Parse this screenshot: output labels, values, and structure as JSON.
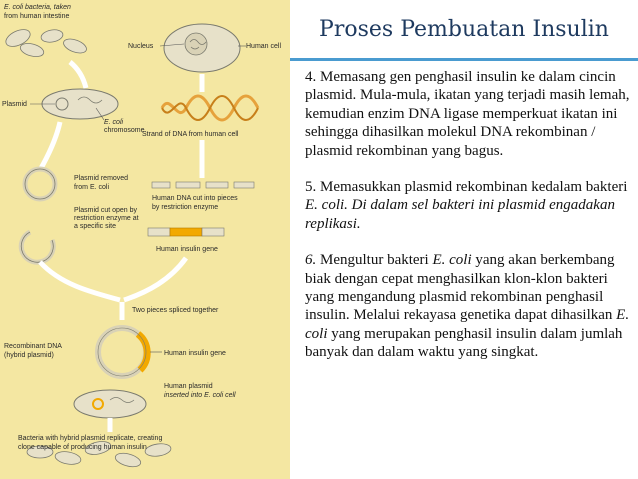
{
  "slide": {
    "title": "Proses Pembuatan Insulin"
  },
  "diagram": {
    "labels": {
      "ecoli_source_1": "E. coli bacteria, taken",
      "ecoli_source_2": "from human intestine",
      "nucleus": "Nucleus",
      "human_cell": "Human cell",
      "plasmid": "Plasmid",
      "chromosome_1": "E. coli",
      "chromosome_2": "chromosome",
      "strand_dna": "Strand of DNA from human cell",
      "plasmid_removed_1": "Plasmid removed",
      "plasmid_removed_2": "from E. coli",
      "plasmid_cut_1": "Plasmid cut open by",
      "plasmid_cut_2": "restriction enzyme at",
      "plasmid_cut_3": "a specific site",
      "dna_cut_1": "Human DNA cut into pieces",
      "dna_cut_2": "by restriction enzyme",
      "insulin_gene": "Human insulin gene",
      "spliced": "Two pieces spliced together",
      "recombinant_1": "Recombinant DNA",
      "recombinant_2": "(hybrid plasmid)",
      "insulin_gene_2": "Human insulin gene",
      "inserted_1": "Human plasmid",
      "inserted_2": "inserted into E. coli cell",
      "replicate_1": "Bacteria with hybrid plasmid replicate, creating",
      "replicate_2": "clone capable of producing human insulin"
    }
  },
  "steps": [
    {
      "id": "step-4",
      "text": "4. Memasang gen penghasil insulin ke dalam cincin plasmid. Mula-mula, ikatan yang terjadi masih lemah, kemudian enzim DNA ligase memperkuat ikatan ini sehingga dihasilkan molekul DNA rekombinan / plasmid rekombinan yang bagus."
    },
    {
      "id": "step-5",
      "text_1": "5. Memasukkan plasmid rekombinan kedalam bakteri ",
      "text_2": "E. coli. Di dalam sel bakteri ini plasmid engadakan replikasi."
    },
    {
      "id": "step-6",
      "text_1": "6.",
      "text_2": " Mengultur bakteri ",
      "text_3": "E. coli",
      "text_4": " yang akan berkembang biak dengan cepat menghasilkan klon-klon bakteri yang mengandung plasmid rekombinan penghasil insulin. Melalui rekayasa genetika dapat dihasilkan ",
      "text_5": "E. coli",
      "text_6": " yang merupakan penghasil insulin dalam jumlah banyak dan dalam waktu yang singkat."
    }
  ],
  "colors": {
    "diagram_background": "#f4e7a2",
    "title_text": "#1e3a5f",
    "title_rule": "#4a9bd0",
    "insulin_gene": "#f2a900",
    "cell_body": "#e7e1c9",
    "dna_helix": "#e6a23c"
  }
}
